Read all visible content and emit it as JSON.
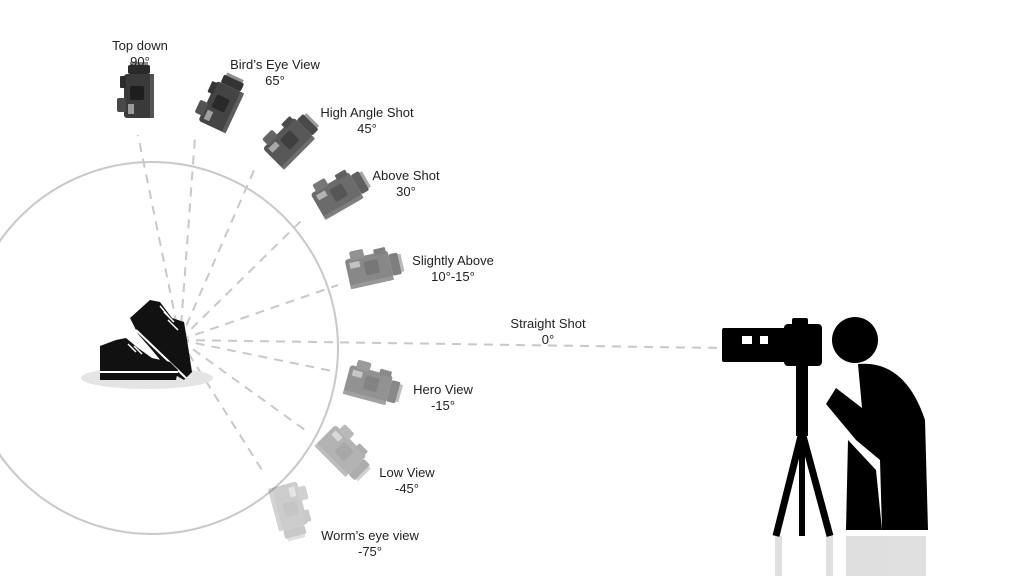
{
  "diagram": {
    "angles": [
      {
        "name": "Top down",
        "angle": "90°",
        "value": 90
      },
      {
        "name": "Bird’s Eye View",
        "angle": "65°",
        "value": 65
      },
      {
        "name": "High Angle Shot",
        "angle": "45°",
        "value": 45
      },
      {
        "name": "Above Shot",
        "angle": "30°",
        "value": 30
      },
      {
        "name": "Slightly Above",
        "angle": "10°-15°",
        "value": 12.5
      },
      {
        "name": "Straight Shot",
        "angle": "0°",
        "value": 0
      },
      {
        "name": "Hero View",
        "angle": "-15°",
        "value": -15
      },
      {
        "name": "Low View",
        "angle": "-45°",
        "value": -45
      },
      {
        "name": "Worm’s eye view",
        "angle": "-75°",
        "value": -75
      }
    ],
    "colors": {
      "line": "#c8c8c8",
      "dash": "#c8c8c8",
      "ink": "#111111",
      "camera": "#3a3a3a",
      "text": "#222222"
    },
    "icons": [
      "shoes-icon",
      "camera-icon",
      "photographer-icon",
      "tripod-icon"
    ]
  }
}
